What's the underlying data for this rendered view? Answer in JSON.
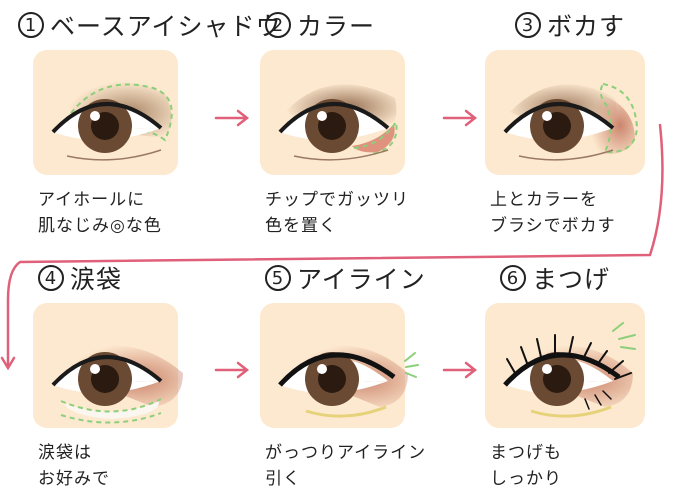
{
  "steps": [
    {
      "num": "1",
      "title": "ベースアイシャドウ",
      "caption": "アイホールに\n肌なじみ◎な色"
    },
    {
      "num": "2",
      "title": "カラー",
      "caption": "チップでガッツリ\n色を置く"
    },
    {
      "num": "3",
      "title": "ボカす",
      "caption": "上とカラーを\nブラシでボカす"
    },
    {
      "num": "4",
      "title": "涙袋",
      "caption": "涙袋は\nお好みで"
    },
    {
      "num": "5",
      "title": "アイライン",
      "caption": "がっつりアイライン\n引く"
    },
    {
      "num": "6",
      "title": "まつげ",
      "caption": "まつげも\nしっかり"
    }
  ],
  "colors": {
    "skin": "#fde9cf",
    "arrow": "#e0607a",
    "iris": "#6b4a33",
    "pupil": "#2a1a10",
    "shadow_brown": "#8a6246",
    "shadow_pink": "#d9826e",
    "dash_green": "#8ccf7a",
    "under_yellow": "#e6d27a"
  }
}
